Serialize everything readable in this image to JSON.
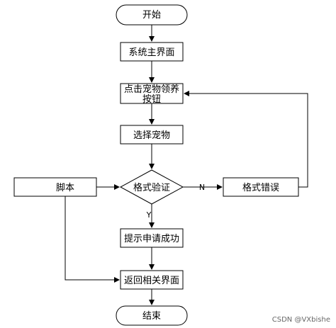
{
  "diagram": {
    "nodes": {
      "start": "开始",
      "main_ui": "系统主界面",
      "click_adopt_line1": "点击宠物领养",
      "click_adopt_line2": "按钮",
      "select_pet": "选择宠物",
      "validate": "格式验证",
      "format_error": "格式错误",
      "script": "脚本",
      "success": "提示申请成功",
      "return_page": "返回相关界面",
      "end": "结束"
    },
    "edge_labels": {
      "no": "N",
      "yes": "Y"
    }
  },
  "watermark": "CSDN @VXbishe"
}
